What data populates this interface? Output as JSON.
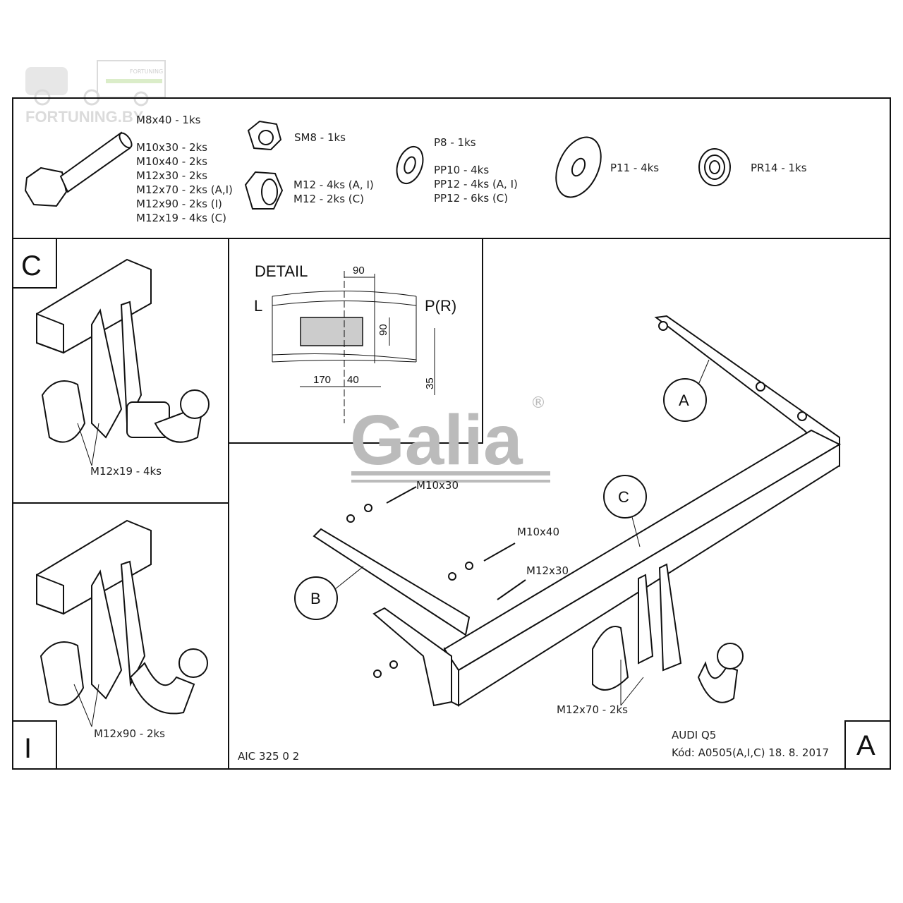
{
  "watermark": {
    "brand": "FORTUNING.BY",
    "trailer_text": "FORTUNING"
  },
  "logo": {
    "text": "Galia",
    "mark": "®"
  },
  "parts_list": {
    "bolts": [
      "M8x40 - 1ks",
      "M10x30 - 2ks",
      "M10x40 - 2ks",
      "M12x30 - 2ks",
      "M12x70 - 2ks (A,I)",
      "M12x90 - 2ks (I)",
      "M12x19 - 4ks (C)"
    ],
    "self_locking_nut": "SM8 - 1ks",
    "nuts": [
      "M12 - 4ks (A, I)",
      "M12 - 2ks (C)"
    ],
    "washers": [
      "P8 - 1ks",
      "PP10 - 4ks",
      "PP12 - 4ks (A, I)",
      "PP12 - 6ks (C)"
    ],
    "large_washer": "P11 - 4ks",
    "spring_washer": "PR14 - 1ks"
  },
  "variant_c": {
    "label": "C",
    "bolt_note": "M12x19 - 4ks"
  },
  "variant_i": {
    "label": "I",
    "bolt_note": "M12x90 - 2ks"
  },
  "variant_a": {
    "label": "A"
  },
  "detail": {
    "title": "DETAIL",
    "left": "L",
    "right": "P(R)",
    "dims": {
      "top": "90",
      "height": "90",
      "left": "170",
      "center": "40",
      "bottom": "35"
    }
  },
  "assembly": {
    "callouts": [
      "A",
      "B",
      "C"
    ],
    "bolts": [
      "M10x30",
      "M10x40",
      "M12x30",
      "M12x70 - 2ks"
    ]
  },
  "footer": {
    "drawing_no": "AIC 325 0 2",
    "vehicle": "AUDI Q5",
    "code": "Kód: A0505(A,I,C)  18. 8. 2017"
  }
}
